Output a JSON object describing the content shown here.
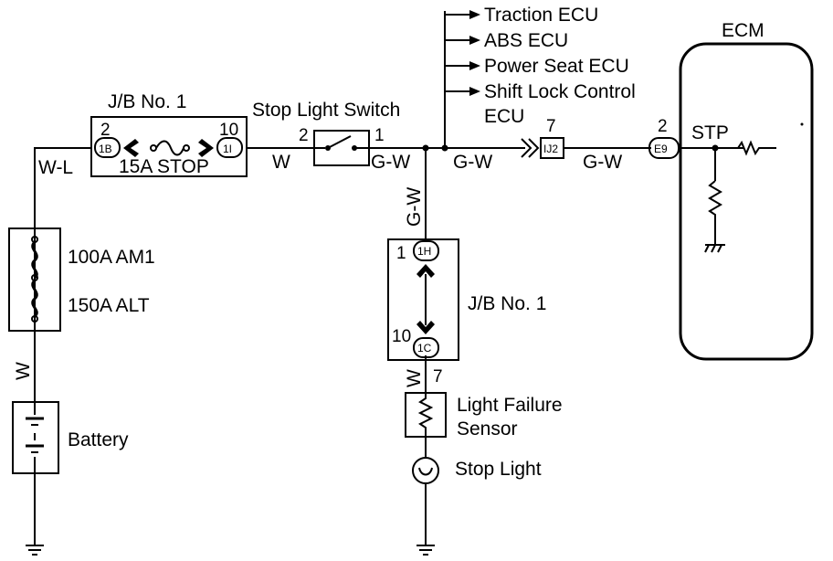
{
  "outputs": [
    "Traction ECU",
    "ABS ECU",
    "Power Seat ECU",
    "Shift Lock Control",
    "ECU"
  ],
  "jb_top": {
    "title": "J/B No. 1",
    "pin_left": "2",
    "pin_right": "10",
    "conn_left": "1B",
    "conn_right": "1I",
    "fuse": "15A STOP"
  },
  "jb_mid": {
    "title": "J/B No. 1",
    "pin_top": "1",
    "pin_bottom": "10",
    "conn_top": "1H",
    "conn_bottom": "1C"
  },
  "switch": {
    "title": "Stop Light Switch",
    "pin_in": "2",
    "pin_out": "1"
  },
  "wires": {
    "wl": "W-L",
    "w1": "W",
    "gw1": "G-W",
    "gw2": "G-W",
    "gw3": "G-W",
    "gw_vert": "G-W",
    "w_batt": "W",
    "w_bottom": "W"
  },
  "connector_ij2": {
    "label": "IJ2",
    "pin": "7"
  },
  "ecm": {
    "title": "ECM",
    "conn": "E9",
    "pin": "2",
    "terminal": "STP"
  },
  "fuses": {
    "am1": "100A AM1",
    "alt": "150A ALT"
  },
  "battery": "Battery",
  "sensor": {
    "line1": "Light Failure",
    "line2": "Sensor",
    "pin": "7"
  },
  "stop_light": "Stop Light"
}
